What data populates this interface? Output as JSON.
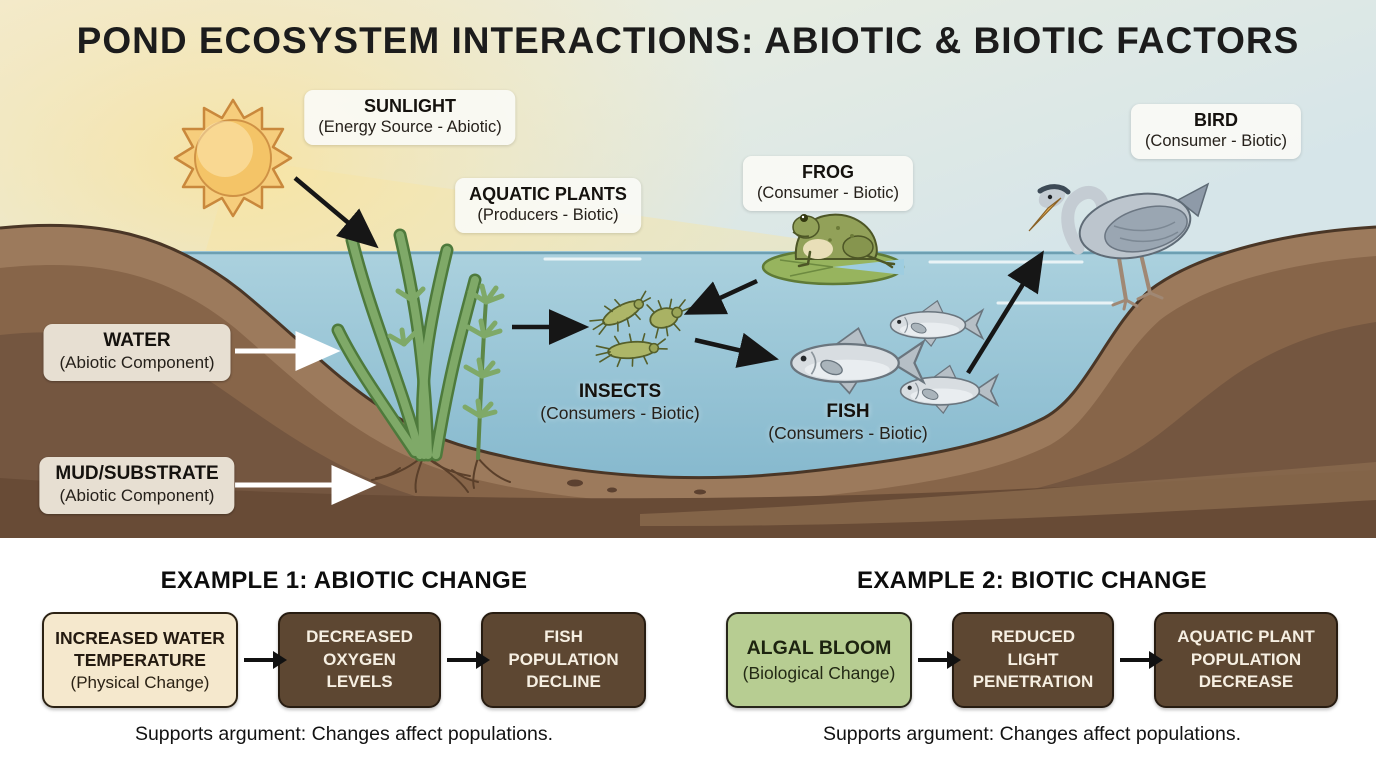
{
  "title": "POND ECOSYSTEM INTERACTIONS: ABIOTIC & BIOTIC FACTORS",
  "scene": {
    "labels": [
      {
        "name": "SUNLIGHT",
        "sub": "(Energy Source - Abiotic)"
      },
      {
        "name": "AQUATIC PLANTS",
        "sub": "(Producers - Biotic)"
      },
      {
        "name": "FROG",
        "sub": "(Consumer - Biotic)"
      },
      {
        "name": "BIRD",
        "sub": "(Consumer - Biotic)"
      },
      {
        "name": "WATER",
        "sub": "(Abiotic Component)"
      },
      {
        "name": "INSECTS",
        "sub": "(Consumers - Biotic)"
      },
      {
        "name": "FISH",
        "sub": "(Consumers - Biotic)"
      },
      {
        "name": "MUD/SUBSTRATE",
        "sub": "(Abiotic Component)"
      }
    ],
    "icons": {
      "sun": "sun-icon",
      "plants": "aquatic-plants-illustration",
      "frog": "frog-on-lilypad-illustration",
      "bird": "heron-illustration",
      "insects": "insects-illustration",
      "fish": "fish-school-illustration"
    }
  },
  "examples": [
    {
      "heading": "EXAMPLE 1: ABIOTIC CHANGE",
      "boxes": [
        {
          "title": "INCREASED WATER TEMPERATURE",
          "sub": "(Physical Change)"
        },
        {
          "title": "DECREASED OXYGEN LEVELS"
        },
        {
          "title": "FISH POPULATION DECLINE"
        }
      ],
      "caption": "Supports argument: Changes affect populations."
    },
    {
      "heading": "EXAMPLE 2: BIOTIC CHANGE",
      "boxes": [
        {
          "title": "ALGAL BLOOM",
          "sub": "(Biological Change)"
        },
        {
          "title": "REDUCED LIGHT PENETRATION"
        },
        {
          "title": "AQUATIC PLANT POPULATION DECREASE"
        }
      ],
      "caption": "Supports argument: Changes affect populations."
    }
  ],
  "colors": {
    "sky_warm": "#f5e9c8",
    "water": "#9fcbdb",
    "bank_brown": "#9c7a5c",
    "box_brown": "#5d4732",
    "box_cream": "#f5e8cd",
    "box_green": "#b7cd92",
    "arrow_black": "#161616",
    "arrow_white": "#ffffff"
  }
}
